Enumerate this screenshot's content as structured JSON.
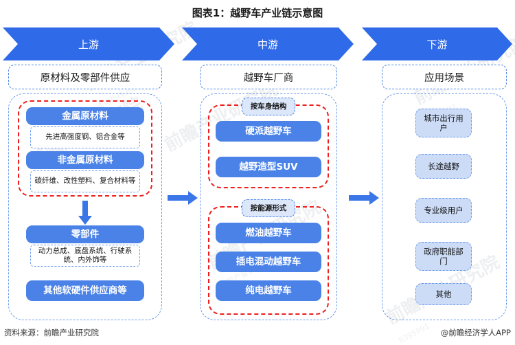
{
  "title": "图表1：越野车产业链示意图",
  "banner": [
    {
      "label": "上游"
    },
    {
      "label": "中游"
    },
    {
      "label": "下游"
    }
  ],
  "columns": {
    "upstream": {
      "header": "原材料及零部件供应",
      "cards": [
        {
          "title": "金属原材料",
          "desc": "先进高强度钢、铝合金等"
        },
        {
          "title": "非金属原材料",
          "desc": "碳纤维、改性塑料、复合材料等"
        },
        {
          "title": "零部件",
          "desc": "动力总成、底盘系统、行驶系统、内外饰等"
        },
        {
          "title": "其他软硬件供应商等",
          "desc": ""
        }
      ]
    },
    "midstream": {
      "header": "越野车厂商",
      "group1": {
        "label": "按车身结构",
        "cards": [
          {
            "title": "硬派越野车"
          },
          {
            "title": "越野造型SUV"
          }
        ]
      },
      "group2": {
        "label": "按能源形式",
        "cards": [
          {
            "title": "燃油越野车"
          },
          {
            "title": "插电混动越野车"
          },
          {
            "title": "纯电越野车"
          }
        ]
      }
    },
    "downstream": {
      "header": "应用场景",
      "items": [
        {
          "title": "城市出行用户"
        },
        {
          "title": "长途越野"
        },
        {
          "title": "专业级用户"
        },
        {
          "title": "政府职能部门"
        },
        {
          "title": "其他"
        }
      ]
    }
  },
  "footer": {
    "source": "资料来源：前瞻产业研究院",
    "app": "@前瞻经济学人APP"
  },
  "watermark": {
    "text": "前瞻产业研究院",
    "sub": "中国产业咨询领跑者 咨询热线:8395991"
  },
  "colors": {
    "banner_blue": "#2f6ae8",
    "card_blue": "#4a82e8",
    "dash_blue": "#6a9aee",
    "red_dash": "#ef1d1d",
    "light_box": "#ccdcf7"
  }
}
